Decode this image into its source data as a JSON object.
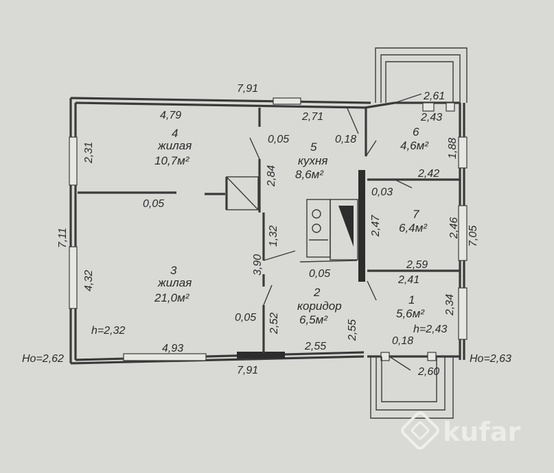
{
  "dimensions": {
    "top_overall": "7,91",
    "bottom_overall": "7,91",
    "room4_top": "4,79",
    "kitchen_top": "2,71",
    "left_upper": "2,31",
    "left_overall": "7,11",
    "left_lower": "4,32",
    "bottom_left": "4,93",
    "bottom_mid": "2,55",
    "wall_thk_1": "0,05",
    "wall_thk_2": "0,18",
    "wall_thk_3": "0,05",
    "partition_284": "2,84",
    "partition_132": "1,32",
    "partition_390": "3,90",
    "partition_005b": "0,05",
    "partition_252": "2,52",
    "corridor_005": "0,05",
    "corridor_255": "2,55",
    "kitchen_247": "2,47",
    "annex_261": "2,61",
    "annex_243": "2,43",
    "annex_188": "1,88",
    "annex_242": "2,42",
    "annex_003": "0,03",
    "annex_246": "2,46",
    "annex_705": "7,05",
    "annex_259": "2,59",
    "annex_241": "2,41",
    "annex_234": "2,34",
    "annex_018": "0,18",
    "annex_260": "2,60",
    "h_main": "h=2,32",
    "h_annex": "h=2,43",
    "ho_left": "Ho=2,62",
    "ho_right": "Ho=2,63"
  },
  "rooms": {
    "r4": {
      "num": "4",
      "type": "жилая",
      "area": "10,7м²"
    },
    "r5": {
      "num": "5",
      "type": "кухня",
      "area": "8,6м²"
    },
    "r3": {
      "num": "3",
      "type": "жилая",
      "area": "21,0м²"
    },
    "r2": {
      "num": "2",
      "type": "коридор",
      "area": "6,5м²"
    },
    "r6": {
      "num": "6",
      "area": "4,6м²"
    },
    "r7": {
      "num": "7",
      "area": "6,4м²"
    },
    "r1": {
      "num": "1",
      "area": "5,6м²"
    }
  },
  "watermark": "kufar"
}
